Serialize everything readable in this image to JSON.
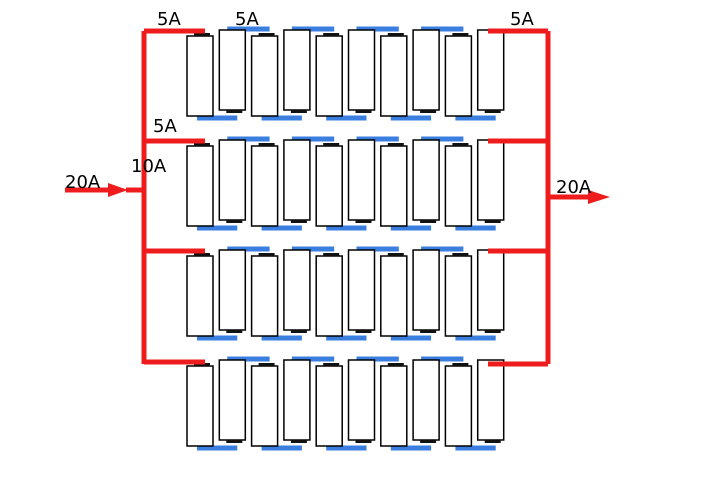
{
  "diagram": {
    "colors": {
      "current_path": "#ee1c1c",
      "cell_link": "#3a7fe0",
      "cell_outline": "#000000"
    },
    "rows": 4,
    "cells_per_row": 10,
    "labels": {
      "input_current": "20A",
      "output_current": "20A",
      "trunk_current": "10A",
      "top_left_branch": "5A",
      "top_cell_link": "5A",
      "top_right_branch": "5A",
      "second_row_branch": "5A"
    }
  }
}
